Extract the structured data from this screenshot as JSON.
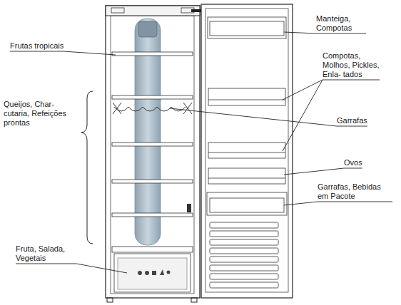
{
  "diagram": {
    "labels": [
      "Frutas tropicais",
      "Queijos, Char- cutaria, Refeições prontas",
      "Fruta, Salada, Vegetais",
      "Manteiga, Compotas",
      "Compotas, Molhos, Pickles, Enla- tados",
      "Garrafas",
      "Ovos",
      "Garrafas, Bebidas em Pacote"
    ]
  }
}
